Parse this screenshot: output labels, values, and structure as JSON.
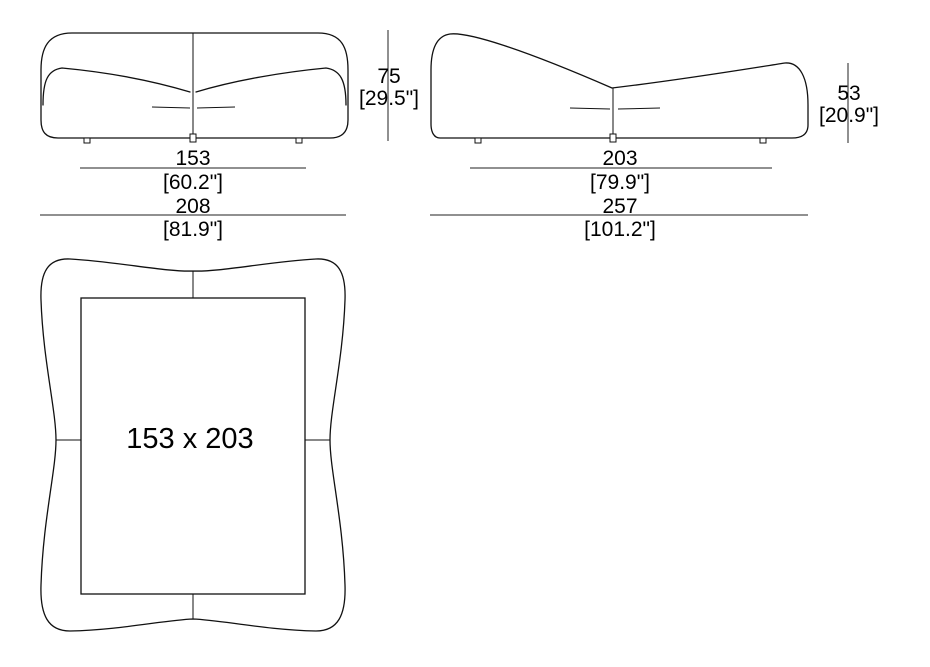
{
  "front_view": {
    "height_cm": "75",
    "height_in": "[29.5\"]",
    "inner_width_cm": "153",
    "inner_width_in": "[60.2\"]",
    "overall_width_cm": "208",
    "overall_width_in": "[81.9\"]"
  },
  "side_view": {
    "seat_height_cm": "53",
    "seat_height_in": "[20.9\"]",
    "inner_length_cm": "203",
    "inner_length_in": "[79.9\"]",
    "overall_length_cm": "257",
    "overall_length_in": "[101.2\"]"
  },
  "top_view": {
    "mattress_size": "153 x 203"
  }
}
